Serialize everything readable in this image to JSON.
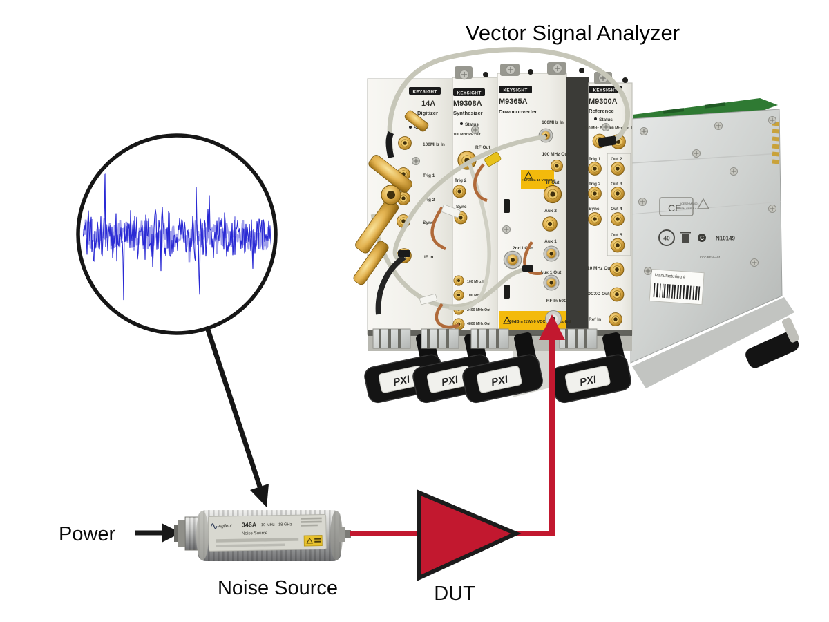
{
  "title": "Vector Signal Analyzer",
  "flow": {
    "power_label": "Power",
    "noise_source_label": "Noise Source",
    "dut_label": "DUT"
  },
  "colors": {
    "signal_red": "#c2182f",
    "waveform_blue": "#2a2ad4",
    "waveform_blue_light": "#9f9fec",
    "arrow_black": "#191919",
    "warning_yellow": "#f3ba0c",
    "panel_white": "#f4f3ef",
    "gold": "#d9a33a"
  },
  "noise_source_device": {
    "brand": "Agilent",
    "model": "346A",
    "range": "10 MHz - 18 GHz",
    "type": "Noise Source"
  },
  "vsa": {
    "pxi_label": "PXI",
    "modules": [
      {
        "badge": "KEYSIGHT",
        "model": "14A",
        "subtitle": "Digitizer",
        "status": "Status",
        "ports": [
          "100MHz In",
          "Trig 1",
          "Trig 2",
          "Sync",
          "IF In"
        ]
      },
      {
        "badge": "KEYSIGHT",
        "model": "M9308A",
        "subtitle": "Synthesizer",
        "status": "Status",
        "ports": [
          "100 MHz RF Out",
          "RF Out",
          "Trig 2",
          "Sync",
          "100 MHz In",
          "100 MHz Out",
          "2400 MHz Out",
          "4800 MHz Out"
        ]
      },
      {
        "badge": "KEYSIGHT",
        "model": "M9365A",
        "subtitle": "Downconverter",
        "warning_top": "+17 dBm 10 VDC Max",
        "warning_bottom": "+30dBm (1W) 0 VDC, DC Coupled",
        "ports": [
          "100MHz In",
          "100 MHz Out",
          "IF Out",
          "Aux 2",
          "Aux 1",
          "2nd LO In",
          "Aux 1 Out",
          "RF In 50Ω"
        ]
      },
      {
        "badge": "KEYSIGHT",
        "model": "M9300A",
        "subtitle": "Reference",
        "status": "Status",
        "ports": [
          "100 MHz BP Out",
          "100 MHz Out 1",
          "Trig 1",
          "Out 2",
          "Trig 2",
          "Out 3",
          "Sync",
          "Out 4",
          "Out 5",
          "10 MHz Out",
          "OCXO Out",
          "Ref In"
        ]
      }
    ],
    "chassis": {
      "ce_mark": "CE",
      "compliance_1": "ICES/NMB-001",
      "compliance_2": "ISM GRP 1-4",
      "recycle_mark": "40",
      "cert_number": "N10149",
      "kcc_line": "KCC-REM-A01",
      "manufacturing_label": "Manufacturing #"
    }
  }
}
